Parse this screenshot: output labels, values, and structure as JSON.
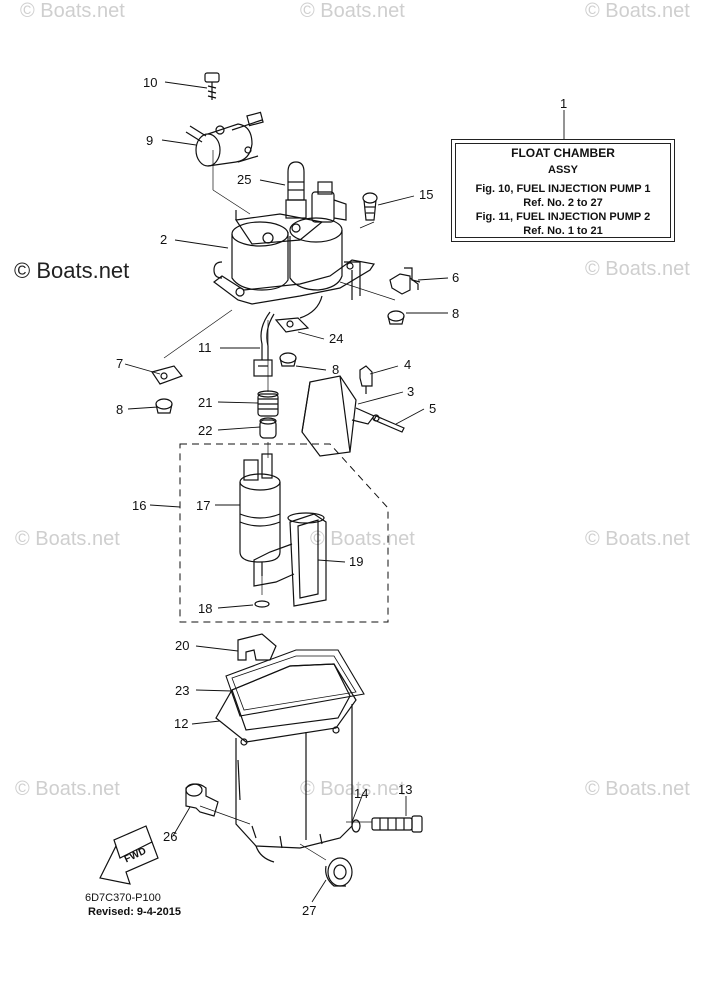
{
  "watermarks": {
    "strong": "© Boats.net",
    "faint": "© Boats.net"
  },
  "title_box": {
    "callout": "1",
    "line1": "FLOAT CHAMBER",
    "line2": "ASSY",
    "line3": "Fig. 10, FUEL INJECTION PUMP 1",
    "line4": "Ref. No. 2 to 27",
    "line5": "Fig. 11, FUEL INJECTION PUMP 2",
    "line6": "Ref. No. 1 to 21"
  },
  "callouts": {
    "c2": "2",
    "c3": "3",
    "c4": "4",
    "c5": "5",
    "c6": "6",
    "c7": "7",
    "c8a": "8",
    "c8b": "8",
    "c8c": "8",
    "c9": "9",
    "c10": "10",
    "c11": "11",
    "c12": "12",
    "c13": "13",
    "c14": "14",
    "c15": "15",
    "c16": "16",
    "c17": "17",
    "c18": "18",
    "c19": "19",
    "c20": "20",
    "c21": "21",
    "c22": "22",
    "c23": "23",
    "c24": "24",
    "c25": "25",
    "c26": "26",
    "c27": "27"
  },
  "fwd_label": "FWD",
  "footer": {
    "code": "6D7C370-P100",
    "revised": "Revised: 9-4-2015"
  }
}
